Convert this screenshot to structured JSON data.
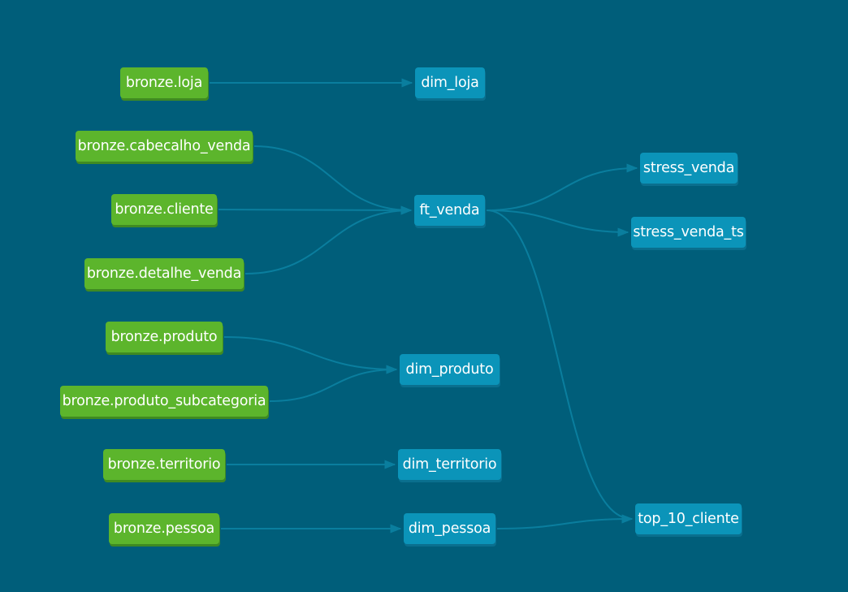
{
  "colors": {
    "background": "#005e7a",
    "source_node": "#5cb52c",
    "model_node": "#0b94b9",
    "edge": "#0a7e9e"
  },
  "nodes": {
    "bronze_loja": "bronze.loja",
    "bronze_cabecalho_venda": "bronze.cabecalho_venda",
    "bronze_cliente": "bronze.cliente",
    "bronze_detalhe_venda": "bronze.detalhe_venda",
    "bronze_produto": "bronze.produto",
    "bronze_produto_subcategoria": "bronze.produto_subcategoria",
    "bronze_territorio": "bronze.territorio",
    "bronze_pessoa": "bronze.pessoa",
    "dim_loja": "dim_loja",
    "ft_venda": "ft_venda",
    "dim_produto": "dim_produto",
    "dim_territorio": "dim_territorio",
    "dim_pessoa": "dim_pessoa",
    "stress_venda": "stress_venda",
    "stress_venda_ts": "stress_venda_ts",
    "top_10_cliente": "top_10_cliente"
  },
  "edges": [
    [
      "bronze_loja",
      "dim_loja"
    ],
    [
      "bronze_cabecalho_venda",
      "ft_venda"
    ],
    [
      "bronze_cliente",
      "ft_venda"
    ],
    [
      "bronze_detalhe_venda",
      "ft_venda"
    ],
    [
      "bronze_produto",
      "dim_produto"
    ],
    [
      "bronze_produto_subcategoria",
      "dim_produto"
    ],
    [
      "bronze_territorio",
      "dim_territorio"
    ],
    [
      "bronze_pessoa",
      "dim_pessoa"
    ],
    [
      "ft_venda",
      "stress_venda"
    ],
    [
      "ft_venda",
      "stress_venda_ts"
    ],
    [
      "ft_venda",
      "top_10_cliente"
    ],
    [
      "dim_pessoa",
      "top_10_cliente"
    ]
  ]
}
